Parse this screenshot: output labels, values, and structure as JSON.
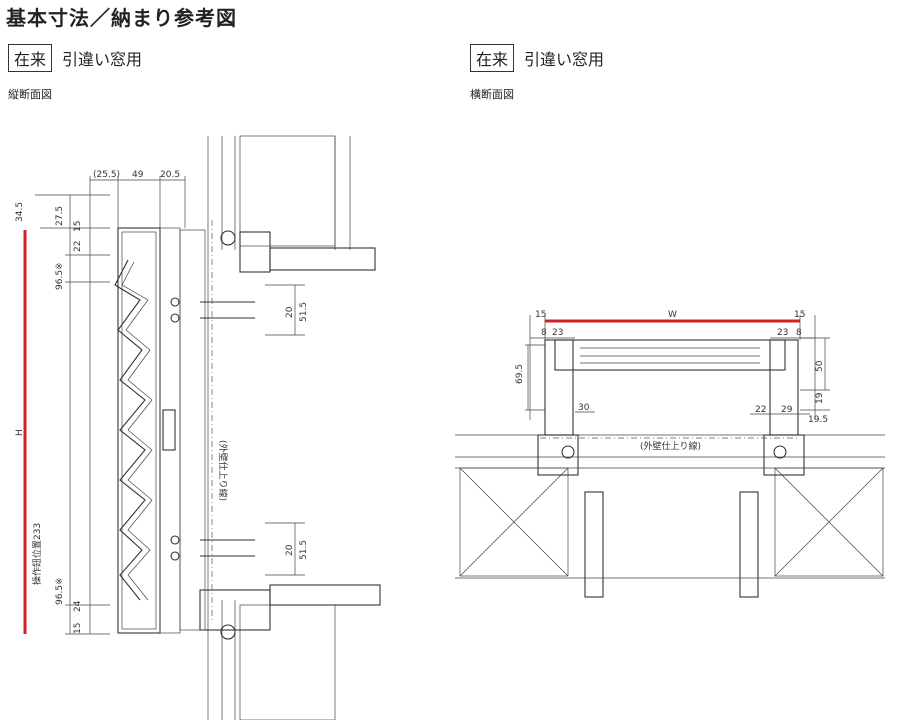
{
  "page_title": "基本寸法／納まり参考図",
  "left_section": {
    "tag": "在来",
    "subtitle": "引違い窓用",
    "view_label": "縦断面図"
  },
  "right_section": {
    "tag": "在来",
    "subtitle": "引違い窓用",
    "view_label": "横断面図"
  },
  "accent_color": "#d42020",
  "vertical": {
    "top_dims": [
      "(25.5)",
      "49",
      "20.5"
    ],
    "left_dims": [
      "34.5",
      "27.5",
      "22",
      "15",
      "96.5※",
      "H",
      "操作鈕位置233",
      "96.5※",
      "15",
      "24"
    ],
    "right_dims": [
      "51.5",
      "20",
      "51.5",
      "20"
    ],
    "wall_finish_label": "(外壁仕上り線)"
  },
  "horizontal": {
    "width_label": "W",
    "left_dims": [
      "15",
      "8",
      "23",
      "69.5",
      "30"
    ],
    "right_dims": [
      "15",
      "23",
      "8",
      "50",
      "19",
      "22",
      "29",
      "19.5"
    ],
    "wall_finish_label": "(外壁仕上り線)"
  }
}
